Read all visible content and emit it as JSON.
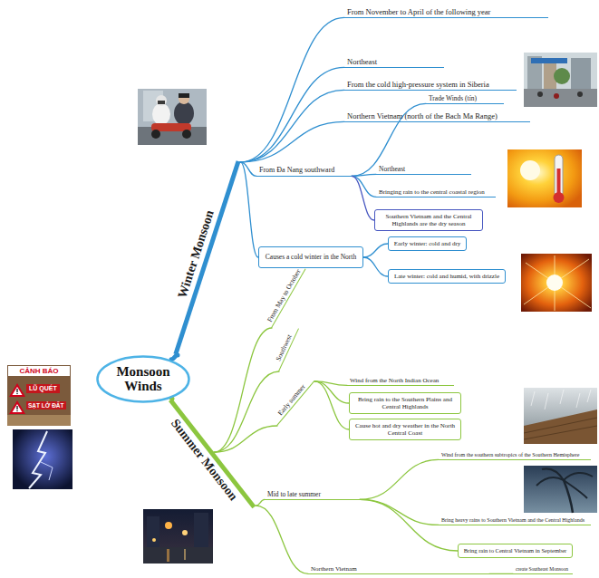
{
  "diagram": {
    "nodes": [
      {
        "text": [
          "Monsoon Winds"
        ]
      },
      {
        "text": [
          "Winter Monsoon"
        ]
      },
      {
        "text": [
          "From November to April of the following year"
        ]
      },
      {
        "text": [
          "Northeast"
        ]
      },
      {
        "text": [
          "From the cold high-pressure system in Siberia"
        ]
      },
      {
        "text": [
          "Northern Vietnam (north of the Bach Ma Range)"
        ]
      },
      {
        "text": [
          "From Đa Nang southward"
        ]
      },
      {
        "text": [
          "Trade Winds (tín)"
        ]
      },
      {
        "text": [
          "Northeast"
        ]
      },
      {
        "text": [
          "Bringing rain to the central coastal region"
        ]
      },
      {
        "text": [
          "Southern Vietnam and the Central Highlands are the dry season"
        ]
      },
      {
        "text": [
          "Causes a cold winter in the North"
        ]
      },
      {
        "text": [
          "Early winter: cold and dry"
        ]
      },
      {
        "text": [
          "Late winter: cold and humid, with drizzle"
        ]
      },
      {
        "text": [
          "Summer Monsoon"
        ]
      },
      {
        "text": [
          "From May to October"
        ]
      },
      {
        "text": [
          "Southwest"
        ]
      },
      {
        "text": [
          "Early summer"
        ]
      },
      {
        "text": [
          "Wind from the North Indian Ocean"
        ]
      },
      {
        "text": [
          "Bring rain to the Southern Plains and Central Highlands"
        ]
      },
      {
        "text": [
          "Cause hot and dry weather in the North Central Coast"
        ]
      },
      {
        "text": [
          "Mid to late summer"
        ]
      },
      {
        "text": [
          "Wind from the southern subtropics of the Southern Hemisphere"
        ]
      },
      {
        "text": [
          "Bring heavy rains to Southern Vietnam and the Central Highlands"
        ]
      },
      {
        "text": [
          "Bring rain to Central Vietnam in September"
        ]
      },
      {
        "text": [
          "Northern Vietnam"
        ]
      },
      {
        "text": [
          "create Southeast Monsoon"
        ]
      }
    ],
    "edges": [
      {
        "from": 0,
        "to": 1,
        "arrow": "none"
      },
      {
        "from": 1,
        "to": 2,
        "arrow": "none"
      },
      {
        "from": 1,
        "to": 3,
        "arrow": "none"
      },
      {
        "from": 1,
        "to": 4,
        "arrow": "none"
      },
      {
        "from": 1,
        "to": 5,
        "arrow": "none"
      },
      {
        "from": 1,
        "to": 6,
        "arrow": "none"
      },
      {
        "from": 6,
        "to": 7,
        "arrow": "none"
      },
      {
        "from": 6,
        "to": 8,
        "arrow": "none"
      },
      {
        "from": 6,
        "to": 9,
        "arrow": "none"
      },
      {
        "from": 6,
        "to": 10,
        "arrow": "none"
      },
      {
        "from": 1,
        "to": 11,
        "arrow": "none"
      },
      {
        "from": 11,
        "to": 12,
        "arrow": "none"
      },
      {
        "from": 11,
        "to": 13,
        "arrow": "none"
      },
      {
        "from": 0,
        "to": 14,
        "arrow": "none"
      },
      {
        "from": 14,
        "to": 15,
        "arrow": "none"
      },
      {
        "from": 14,
        "to": 16,
        "arrow": "none"
      },
      {
        "from": 14,
        "to": 17,
        "arrow": "none"
      },
      {
        "from": 17,
        "to": 18,
        "arrow": "none"
      },
      {
        "from": 17,
        "to": 19,
        "arrow": "none"
      },
      {
        "from": 17,
        "to": 20,
        "arrow": "none"
      },
      {
        "from": 14,
        "to": 21,
        "arrow": "none"
      },
      {
        "from": 21,
        "to": 22,
        "arrow": "none"
      },
      {
        "from": 21,
        "to": 23,
        "arrow": "none"
      },
      {
        "from": 21,
        "to": 24,
        "arrow": "none"
      },
      {
        "from": 14,
        "to": 25,
        "arrow": "none"
      },
      {
        "from": 25,
        "to": 26,
        "arrow": "none"
      }
    ],
    "labels": [
      "CẢNH BÁO",
      "LŨ QUÉT",
      "SẠT LỞ ĐẤT"
    ]
  }
}
